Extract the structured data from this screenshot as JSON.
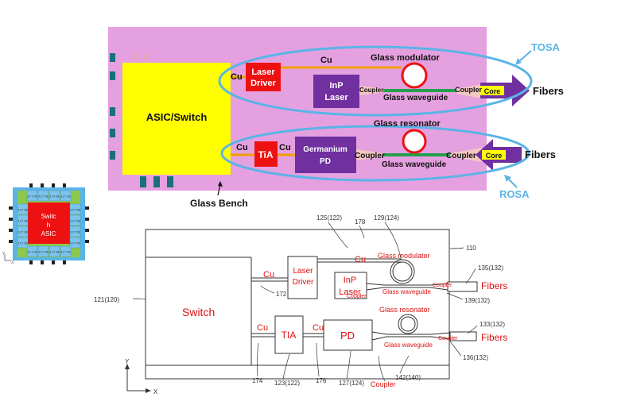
{
  "top": {
    "asic_label": "ASIC/Switch",
    "laser_driver_line1": "Laser",
    "laser_driver_line2": "Driver",
    "inp_laser_line1": "InP",
    "inp_laser_line2": "Laser",
    "tia_label": "TiA",
    "germanium_line1": "Germanium",
    "germanium_line2": "PD",
    "cu": "Cu",
    "glass_modulator": "Glass modulator",
    "glass_resonator": "Glass resonator",
    "glass_waveguide": "Glass waveguide",
    "coupler": "Coupler",
    "core": "Core",
    "fibers": "Fibers",
    "tosa": "TOSA",
    "rosa": "ROSA",
    "glass_bench": "Glass Bench"
  },
  "chip": {
    "center_line1": "Switc",
    "center_line2": "h",
    "center_line3": "ASIC",
    "tile_label": "3.2 T OE",
    "axis_y": "Y",
    "axis_x": "X"
  },
  "bottom": {
    "switch_label": "Switch",
    "laser_driver_line1": "Laser",
    "laser_driver_line2": "Driver",
    "inp_laser_line1": "InP",
    "inp_laser_line2": "Laser",
    "tia_label": "TIA",
    "pd_label": "PD",
    "cu": "Cu",
    "glass_modulator": "Glass modulator",
    "glass_resonator": "Glass resonator",
    "glass_waveguide": "Glass waveguide",
    "coupler": "Coupler",
    "fibers": "Fibers",
    "axis_y": "Y",
    "axis_x": "X",
    "ref_125": "125(122)",
    "ref_178": "178",
    "ref_129": "129(124)",
    "ref_110": "110",
    "ref_135": "135(132)",
    "ref_139": "139(132)",
    "ref_121": "121(120)",
    "ref_172": "172",
    "ref_133": "133(132)",
    "ref_136": "136(132)",
    "ref_174": "174",
    "ref_123": "123(122)",
    "ref_176": "176",
    "ref_127": "127(124)",
    "ref_142": "142(140)"
  },
  "colors": {
    "bench": "#e5a0e0",
    "asic": "#ffff00",
    "red_block": "#ee1111",
    "purple_block": "#7030a0",
    "oval": "#5ab4e6",
    "orange_trace": "#f0a000",
    "waveguide": "#22a04a",
    "annotation_red": "#dd1111"
  }
}
